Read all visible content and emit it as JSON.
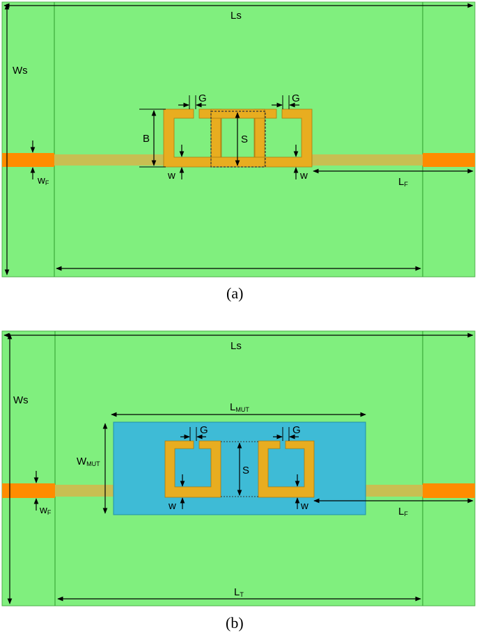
{
  "colors": {
    "substrate": "#80ef7e",
    "substrate_edge": "#4caf4a",
    "feed_port": "#ff8c00",
    "microstrip": "#c8bf52",
    "resonator": "#e8ad20",
    "resonator_edge": "#a67a10",
    "mut": "#3ebbd6",
    "mut_edge": "#1f8fa8"
  },
  "panel_a": {
    "labels": {
      "ls": "Ls",
      "ws": "Ws",
      "b": "B",
      "s": "S",
      "g_left": "G",
      "g_right": "G",
      "w_left": "w",
      "w_right": "w",
      "wf_main": "w",
      "wf_sub": "F",
      "lf_main": "L",
      "lf_sub": "F"
    },
    "caption": "(a)"
  },
  "panel_b": {
    "labels": {
      "ls": "Ls",
      "ws": "Ws",
      "s": "S",
      "g_left": "G",
      "g_right": "G",
      "w_left": "w",
      "w_right": "w",
      "wf_main": "w",
      "wf_sub": "F",
      "lf_main": "L",
      "lf_sub": "F",
      "lmut_main": "L",
      "lmut_sub": "MUT",
      "wmut_main": "W",
      "wmut_sub": "MUT",
      "lt_main": "L",
      "lt_sub": "T"
    },
    "caption": "(b)"
  }
}
